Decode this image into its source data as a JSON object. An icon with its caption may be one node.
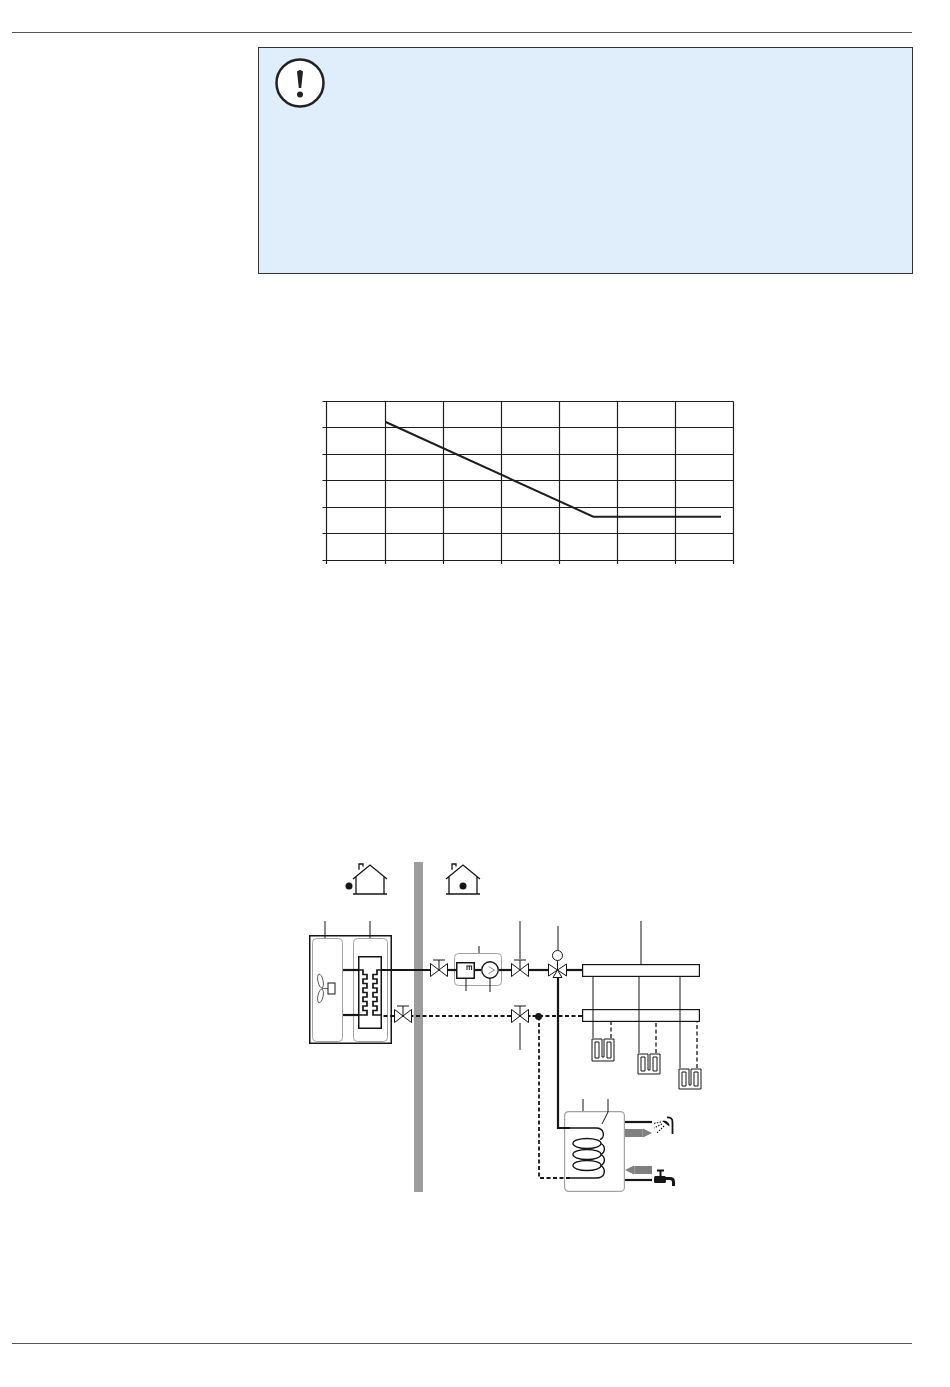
{
  "diagram": {
    "nodes": [
      {
        "text": [],
        "shape": "box"
      },
      {
        "text": [],
        "shape": "box",
        "in": 0
      },
      {
        "text": [],
        "shape": "box",
        "in": 0
      },
      {
        "text": [],
        "shape": "box",
        "in": 2
      },
      {
        "text": [],
        "shape": "valve"
      },
      {
        "text": [],
        "shape": "box"
      },
      {
        "text": [],
        "shape": "box",
        "in": 5
      },
      {
        "text": [],
        "shape": "circle",
        "in": 5
      },
      {
        "text": [],
        "shape": "valve"
      },
      {
        "text": [],
        "shape": "valve"
      },
      {
        "text": [],
        "shape": "bar"
      },
      {
        "text": [],
        "shape": "valve"
      },
      {
        "text": [],
        "shape": "valve"
      },
      {
        "text": [],
        "shape": "bar"
      },
      {
        "text": [],
        "shape": "loop"
      },
      {
        "text": [],
        "shape": "loop"
      },
      {
        "text": [],
        "shape": "loop"
      },
      {
        "text": [],
        "shape": "tank"
      },
      {
        "text": [],
        "shape": "coil",
        "in": 17
      },
      {
        "text": [],
        "shape": "picture"
      },
      {
        "text": [],
        "shape": "picture"
      }
    ],
    "edges": [
      {
        "from": 3,
        "to": 4,
        "arrow": "none"
      },
      {
        "from": 4,
        "to": 6,
        "arrow": "none"
      },
      {
        "from": 6,
        "to": 7,
        "arrow": "none"
      },
      {
        "from": 7,
        "to": 8,
        "arrow": "none"
      },
      {
        "from": 8,
        "to": 9,
        "arrow": "none"
      },
      {
        "from": 9,
        "to": 10,
        "arrow": "none"
      },
      {
        "from": 9,
        "to": 18,
        "arrow": "none"
      },
      {
        "from": 10,
        "to": 14,
        "arrow": "none"
      },
      {
        "from": 10,
        "to": 15,
        "arrow": "none"
      },
      {
        "from": 10,
        "to": 16,
        "arrow": "none"
      },
      {
        "from": 14,
        "to": 13,
        "arrow": "none",
        "style": "dashed"
      },
      {
        "from": 15,
        "to": 13,
        "arrow": "none",
        "style": "dashed"
      },
      {
        "from": 16,
        "to": 13,
        "arrow": "none",
        "style": "dashed"
      },
      {
        "from": 13,
        "to": 12,
        "arrow": "none",
        "style": "dashed"
      },
      {
        "from": 18,
        "to": 12,
        "arrow": "none",
        "style": "dashed"
      },
      {
        "from": 12,
        "to": 11,
        "arrow": "none",
        "style": "dashed"
      },
      {
        "from": 11,
        "to": 3,
        "arrow": "none",
        "style": "dashed"
      },
      {
        "from": 17,
        "to": 19,
        "arrow": "none"
      },
      {
        "from": 20,
        "to": 17,
        "arrow": "none"
      },
      {
        "from": null,
        "to": 1,
        "arrow": "none"
      },
      {
        "from": null,
        "to": 2,
        "arrow": "none"
      },
      {
        "from": null,
        "to": 5,
        "arrow": "none"
      },
      {
        "from": null,
        "to": 8,
        "arrow": "none"
      },
      {
        "from": null,
        "to": 9,
        "arrow": "none"
      },
      {
        "from": null,
        "to": 10,
        "arrow": "none"
      },
      {
        "from": null,
        "to": 6,
        "arrow": "none"
      },
      {
        "from": null,
        "to": 7,
        "arrow": "none"
      },
      {
        "from": null,
        "to": 12,
        "arrow": "none"
      },
      {
        "from": null,
        "to": 17,
        "arrow": "none"
      },
      {
        "from": null,
        "to": 18,
        "arrow": "none"
      },
      {
        "from": 17,
        "to": 19,
        "arrow": "to",
        "style": "thick",
        "color": "#808080"
      },
      {
        "from": 20,
        "to": 17,
        "arrow": "to",
        "style": "thick",
        "color": "#808080"
      },
      {
        "from": 1,
        "to": 3,
        "arrow": "none"
      },
      {
        "from": 1,
        "to": 3,
        "arrow": "none"
      }
    ]
  }
}
